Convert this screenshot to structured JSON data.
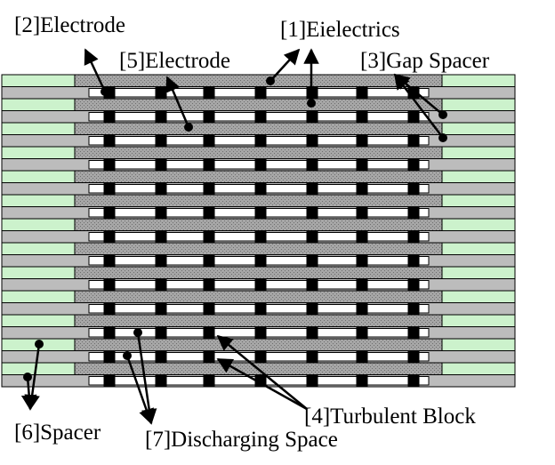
{
  "labels": {
    "dielectrics": "[1]Eielectrics",
    "electrode_2": "[2]Electrode",
    "gap_spacer": "[3]Gap Spacer",
    "turbulent_block": "[4]Turbulent Block",
    "electrode_5": "[5]Electrode",
    "spacer": "[6]Spacer",
    "discharging_space": "[7]Discharging Space"
  },
  "colors": {
    "dielectric_layer": "#bcbcbc",
    "electrode_layer": "#9e9e9e",
    "spacer": "#ccf2cc",
    "discharge_space": "#ffffff",
    "turbulent_block": "#000000",
    "outline": "#000000"
  }
}
